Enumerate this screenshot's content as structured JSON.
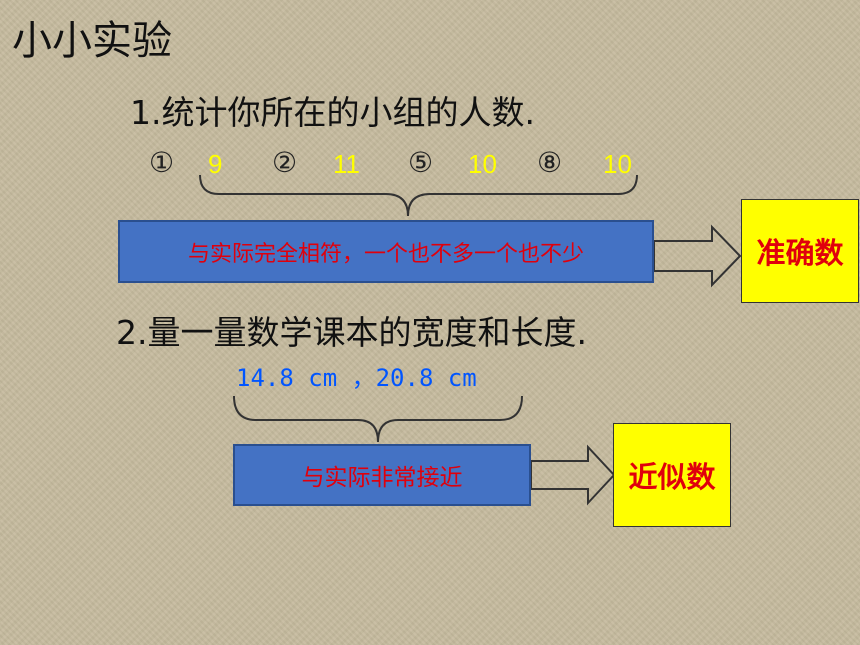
{
  "title": "小小实验",
  "item1": {
    "text": "1.统计你所在的小组的人数.",
    "groups": [
      {
        "marker": "①",
        "count": "9"
      },
      {
        "marker": "②",
        "count": "11"
      },
      {
        "marker": "⑤",
        "count": "10"
      },
      {
        "marker": "⑧",
        "count": "10"
      }
    ],
    "description": "与实际完全相符，一个也不多一个也不少",
    "result": "准确数"
  },
  "item2": {
    "text": "2.量一量数学课本的宽度和长度.",
    "measurements": "14.8 cm ，20.8 cm",
    "description": "与实际非常接近",
    "result": "近似数"
  },
  "colors": {
    "background": "#c6bb9f",
    "box_fill": "#4472c4",
    "highlight": "#ffff00",
    "red_text": "#e0000c",
    "measure_text": "#0055ff"
  },
  "icons": [
    "curly-brace-icon",
    "arrow-right-icon"
  ]
}
